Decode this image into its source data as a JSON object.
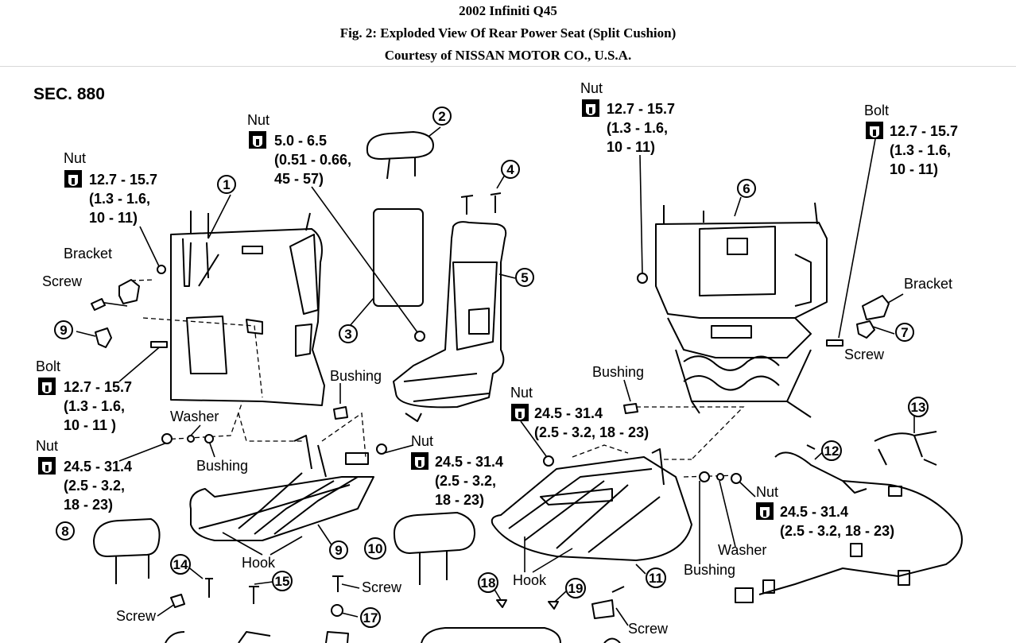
{
  "header": {
    "title": "2002 Infiniti Q45",
    "subtitle": "Fig. 2: Exploded View Of Rear Power Seat (Split Cushion)",
    "courtesy": "Courtesy of NISSAN MOTOR CO., U.S.A."
  },
  "diagram": {
    "section": "SEC. 880",
    "torque_specs": [
      {
        "id": "t1",
        "label": "Nut",
        "lines": [
          "12.7 - 15.7",
          "(1.3 - 1.6,",
          "10 - 11)"
        ]
      },
      {
        "id": "t2",
        "label": "Nut",
        "lines": [
          "5.0 - 6.5",
          "(0.51 - 0.66,",
          "45 - 57)"
        ]
      },
      {
        "id": "t3",
        "label": "Nut",
        "lines": [
          "12.7 - 15.7",
          "(1.3 - 1.6,",
          "10 - 11)"
        ]
      },
      {
        "id": "t4",
        "label": "Bolt",
        "lines": [
          "12.7 - 15.7",
          "(1.3 - 1.6,",
          "10 - 11)"
        ]
      },
      {
        "id": "t5",
        "label": "Bolt",
        "lines": [
          "12.7 - 15.7",
          "(1.3 - 1.6,",
          "10 - 11 )"
        ]
      },
      {
        "id": "t6",
        "label": "Nut",
        "lines": [
          "24.5 - 31.4",
          "(2.5 - 3.2,",
          "18 - 23)"
        ]
      },
      {
        "id": "t7",
        "label": "Nut",
        "lines": [
          "24.5 - 31.4",
          "(2.5 - 3.2,",
          "18 - 23)"
        ]
      },
      {
        "id": "t8",
        "label": "Nut",
        "lines": [
          "24.5 - 31.4",
          "(2.5 - 3.2, 18 - 23)"
        ]
      },
      {
        "id": "t9",
        "label": "Nut",
        "lines": [
          "24.5 - 31.4",
          "(2.5 - 3.2, 18 - 23)"
        ]
      }
    ],
    "labels": {
      "bracket_left": "Bracket",
      "screw_left": "Screw",
      "washer_left": "Washer",
      "bushing_left": "Bushing",
      "bushing_center": "Bushing",
      "hook_left": "Hook",
      "screw_bottom_left": "Screw",
      "screw_center": "Screw",
      "bushing_right_top": "Bushing",
      "bracket_right": "Bracket",
      "screw_right": "Screw",
      "washer_right": "Washer",
      "bushing_right": "Bushing",
      "hook_right": "Hook",
      "screw_bottom_right": "Screw"
    },
    "callouts": [
      "1",
      "2",
      "3",
      "4",
      "5",
      "6",
      "7",
      "8",
      "9",
      "9",
      "10",
      "11",
      "12",
      "13",
      "14",
      "15",
      "17",
      "18",
      "19"
    ]
  }
}
